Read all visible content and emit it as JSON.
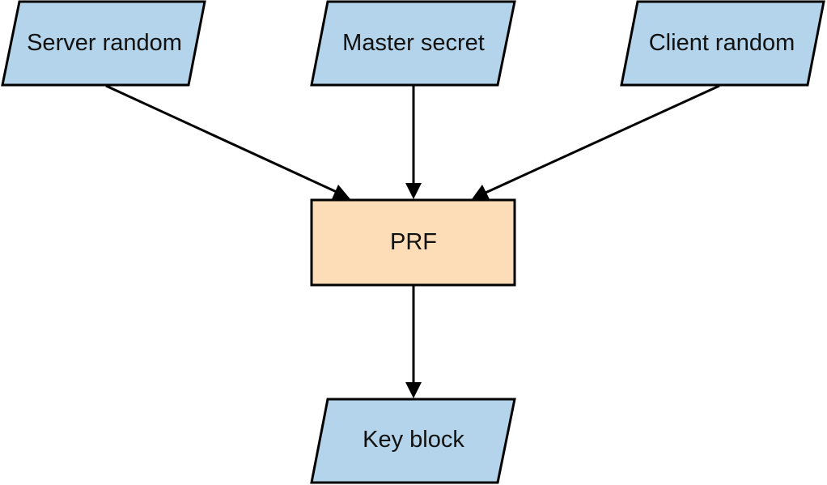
{
  "colors": {
    "input_fill": "#b3d4ea",
    "process_fill": "#fddcb8",
    "stroke": "#000000"
  },
  "nodes": {
    "server_random": {
      "label": "Server random",
      "shape": "parallelogram"
    },
    "master_secret": {
      "label": "Master secret",
      "shape": "parallelogram"
    },
    "client_random": {
      "label": "Client random",
      "shape": "parallelogram"
    },
    "prf": {
      "label": "PRF",
      "shape": "rectangle"
    },
    "key_block": {
      "label": "Key block",
      "shape": "parallelogram"
    }
  },
  "edges": [
    {
      "from": "server_random",
      "to": "prf"
    },
    {
      "from": "master_secret",
      "to": "prf"
    },
    {
      "from": "client_random",
      "to": "prf"
    },
    {
      "from": "prf",
      "to": "key_block"
    }
  ]
}
